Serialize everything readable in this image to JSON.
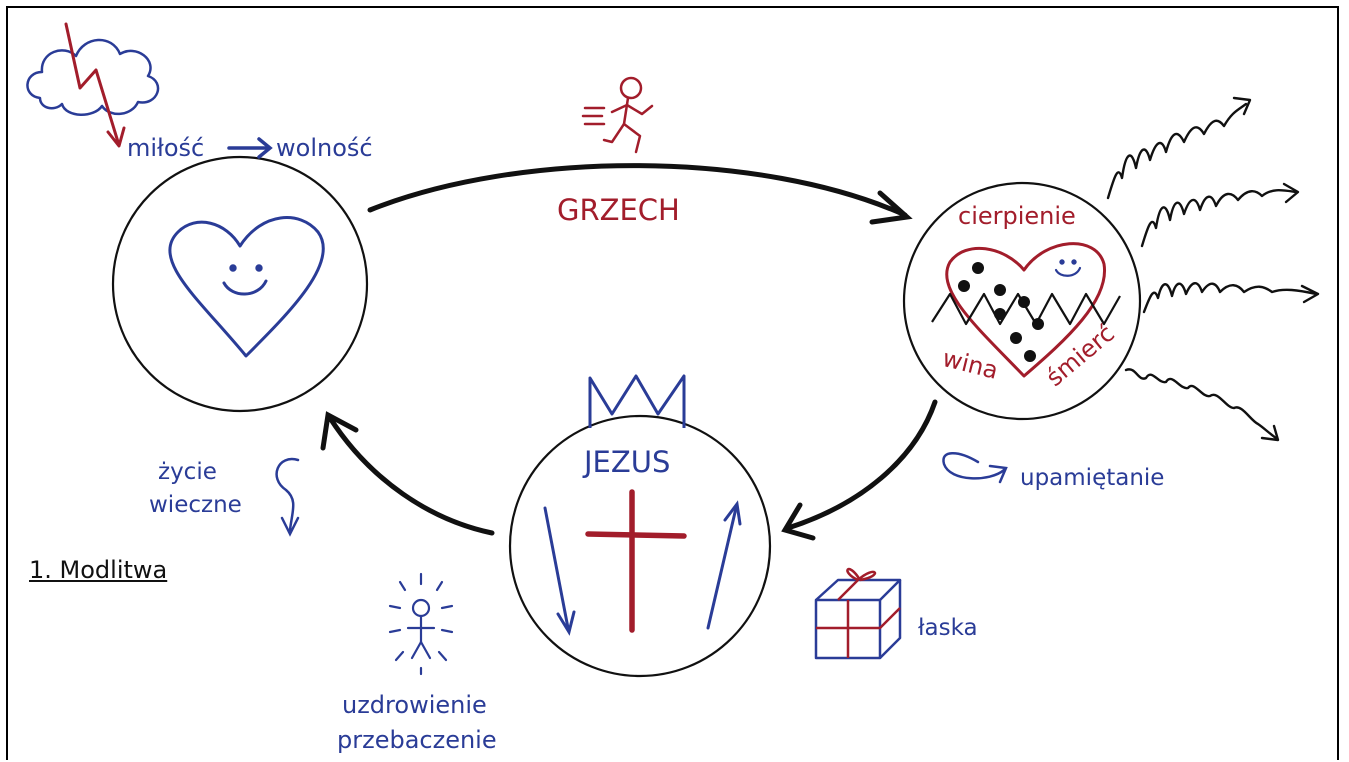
{
  "labels": {
    "milosc": "miłość",
    "wolnosc": "wolność",
    "grzech": "GRZECH",
    "cierpienie": "cierpienie",
    "wina": "wina",
    "smierc": "śmierć",
    "upamietanie": "upamiętanie",
    "jezus": "JEZUS",
    "laska": "łaska",
    "zycie": "życie",
    "wieczne": "wieczne",
    "uzdrowienie": "uzdrowienie",
    "przebaczenie": "przebaczenie",
    "modlitwa": "1. Modlitwa"
  },
  "colors": {
    "blue": "#2a3c97",
    "red": "#a21d2b",
    "black": "#111111"
  },
  "icons": [
    "cloud-icon",
    "lightning-icon",
    "heart-smile-icon",
    "running-man-icon",
    "crown-icon",
    "cross-icon",
    "gift-icon",
    "glowing-person-icon",
    "squiggle-arrow-icon",
    "uturn-arrow-icon"
  ]
}
